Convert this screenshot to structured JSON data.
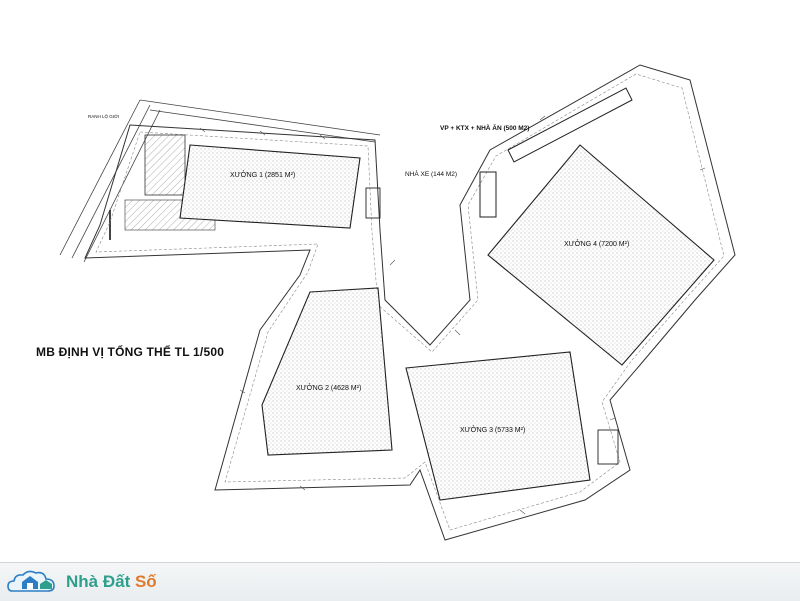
{
  "plan": {
    "title": "MB ĐỊNH VỊ TỔNG THỂ TL 1/500",
    "buildings": [
      {
        "id": "xuong1",
        "label": "XƯỞNG 1 (2851 M²)"
      },
      {
        "id": "xuong2",
        "label": "XƯỞNG 2 (4628 M²)"
      },
      {
        "id": "xuong3",
        "label": "XƯỞNG 3 (5733 M²)"
      },
      {
        "id": "xuong4",
        "label": "XƯỞNG 4 (7200 M²)"
      }
    ],
    "annotations": {
      "office": "VP + KTX + NHÀ ĂN (500 M2)",
      "parking": "NHÀ XE (144 M2)",
      "boundary": "RANH LỘ GIỚI"
    }
  },
  "watermark": {
    "brand_part1": "Nhà Đất",
    "brand_part2": "Số",
    "colors": {
      "green": "#2f9f8d",
      "orange": "#e07a2a",
      "blue": "#2c7fc4"
    }
  }
}
